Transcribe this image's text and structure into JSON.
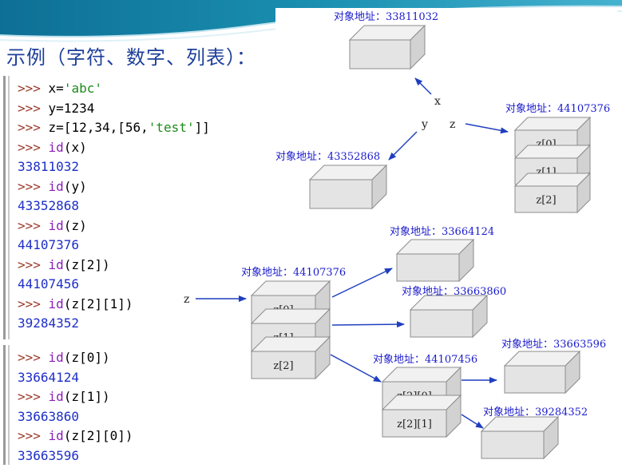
{
  "slide": {
    "title": "示例（字符、数字、列表）："
  },
  "code_top": [
    {
      "kind": "input",
      "prompt": ">>>",
      "tokens": [
        {
          "t": "x=",
          "c": "code"
        },
        {
          "t": "'abc'",
          "c": "str"
        }
      ]
    },
    {
      "kind": "input",
      "prompt": ">>>",
      "tokens": [
        {
          "t": "y=1234",
          "c": "code"
        }
      ]
    },
    {
      "kind": "input",
      "prompt": ">>>",
      "tokens": [
        {
          "t": "z=[12,34,[56,",
          "c": "code"
        },
        {
          "t": "'test'",
          "c": "str"
        },
        {
          "t": "]]",
          "c": "code"
        }
      ]
    },
    {
      "kind": "input",
      "prompt": ">>>",
      "tokens": [
        {
          "t": "id",
          "c": "builtin"
        },
        {
          "t": "(x)",
          "c": "code"
        }
      ]
    },
    {
      "kind": "output",
      "text": "33811032"
    },
    {
      "kind": "input",
      "prompt": ">>>",
      "tokens": [
        {
          "t": "id",
          "c": "builtin"
        },
        {
          "t": "(y)",
          "c": "code"
        }
      ]
    },
    {
      "kind": "output",
      "text": "43352868"
    },
    {
      "kind": "input",
      "prompt": ">>>",
      "tokens": [
        {
          "t": "id",
          "c": "builtin"
        },
        {
          "t": "(z)",
          "c": "code"
        }
      ]
    },
    {
      "kind": "output",
      "text": "44107376"
    },
    {
      "kind": "input",
      "prompt": ">>>",
      "tokens": [
        {
          "t": "id",
          "c": "builtin"
        },
        {
          "t": "(z[2])",
          "c": "code"
        }
      ]
    },
    {
      "kind": "output",
      "text": "44107456"
    },
    {
      "kind": "input",
      "prompt": ">>>",
      "tokens": [
        {
          "t": "id",
          "c": "builtin"
        },
        {
          "t": "(z[2][1])",
          "c": "code"
        }
      ]
    },
    {
      "kind": "output",
      "text": "39284352"
    }
  ],
  "code_bottom": [
    {
      "kind": "input",
      "prompt": ">>>",
      "tokens": [
        {
          "t": "id",
          "c": "builtin"
        },
        {
          "t": "(z[0])",
          "c": "code"
        }
      ]
    },
    {
      "kind": "output",
      "text": "33664124"
    },
    {
      "kind": "input",
      "prompt": ">>>",
      "tokens": [
        {
          "t": "id",
          "c": "builtin"
        },
        {
          "t": "(z[1])",
          "c": "code"
        }
      ]
    },
    {
      "kind": "output",
      "text": "33663860"
    },
    {
      "kind": "input",
      "prompt": ">>>",
      "tokens": [
        {
          "t": "id",
          "c": "builtin"
        },
        {
          "t": "(z[2][0])",
          "c": "code"
        }
      ]
    },
    {
      "kind": "output",
      "text": "33663596"
    }
  ],
  "diagram": {
    "upper": {
      "addr_x": "对象地址：33811032",
      "addr_y": "对象地址：43352868",
      "addr_z": "对象地址：44107376",
      "var_x": "x",
      "var_y": "y",
      "var_z": "z",
      "z_cells": [
        "z[0]",
        "z[1]",
        "z[2]"
      ]
    },
    "lower": {
      "var_z": "z",
      "addr_z": "对象地址：44107376",
      "addr_z0": "对象地址：33664124",
      "addr_z1": "对象地址：33663860",
      "addr_z2": "对象地址：44107456",
      "addr_z20": "对象地址：33663596",
      "addr_z21": "对象地址：39284352",
      "z_cells": [
        "z[0]",
        "z[1]",
        "z[2]"
      ],
      "z2_cells": [
        "z[2][0]",
        "z[2][1]"
      ]
    }
  },
  "colors": {
    "title": "#1d3f9a",
    "address_label": "#1a1acc",
    "arrow": "#1f3fbf",
    "box_front": "#e4e4e4",
    "box_top": "#f1f1f1",
    "box_side": "#d2d2d2",
    "box_stroke": "#8c8c8c",
    "header_teal": "#1a8fb0"
  }
}
